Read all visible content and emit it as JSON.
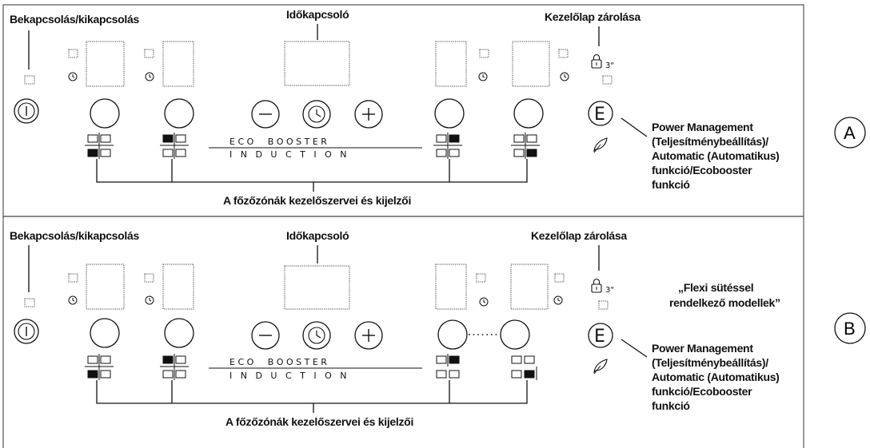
{
  "panels": [
    {
      "id": "A",
      "letter": "A",
      "on_off_label": "Bekapcsolás/kikapcsolás",
      "timer_label": "Időkapcsoló",
      "lock_label": "Kezelőlap zárolása",
      "lock_time": "3\"",
      "eco_text": "E C O     B O O S T E R",
      "induction_text": "I   N   D   U   C   T   I   O   N",
      "zones_label": "A főzőzónák kezelőszervei és kijelzői",
      "power_label_lines": [
        "Power Management",
        "(Teljesítménybeállítás)/",
        "Automatic (Automatikus)",
        "funkció/Ecobooster",
        "funkció"
      ]
    },
    {
      "id": "B",
      "letter": "B",
      "on_off_label": "Bekapcsolás/kikapcsolás",
      "timer_label": "Időkapcsoló",
      "lock_label": "Kezelőlap zárolása",
      "lock_time": "3\"",
      "eco_text": "E C O     B O O S T E R",
      "induction_text": "I   N   D   U   C   T   I   O   N",
      "zones_label": "A főzőzónák kezelőszervei és kijelzői",
      "flexi_lines": [
        "„Flexi sütéssel",
        "rendelkező modellek”"
      ],
      "power_label_lines": [
        "Power Management",
        "(Teljesítménybeállítás)/",
        "Automatic (Automatikus)",
        "funkció/Ecobooster",
        "funkció"
      ]
    }
  ]
}
